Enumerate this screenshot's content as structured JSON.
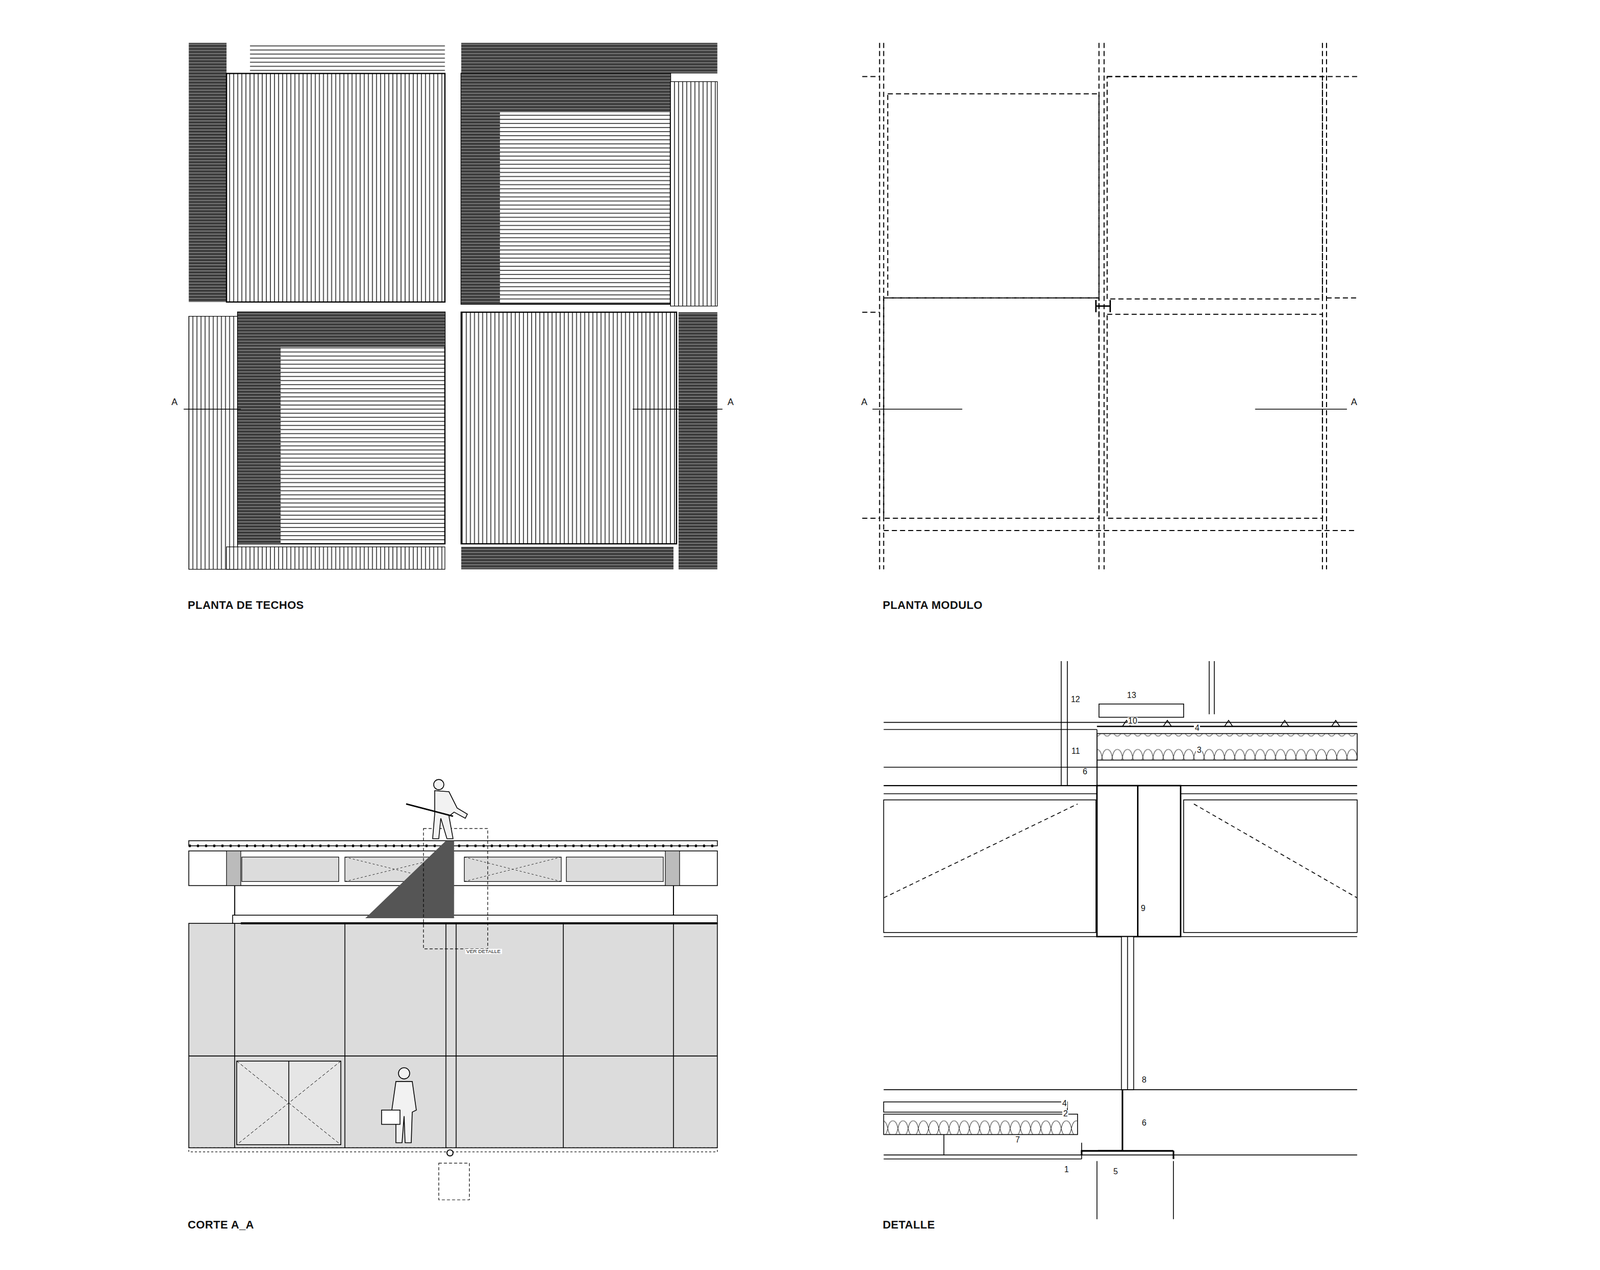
{
  "diagram": {
    "labels": [
      "PLANTA DE TECHOS",
      "PLANTA MODULO",
      "CORTE A_A",
      "DETALLE",
      "A",
      "A",
      "A",
      "A",
      "VER DETALLE",
      "12",
      "13",
      "10",
      "4",
      "3",
      "11",
      "6",
      "9",
      "8",
      "4",
      "2",
      "6",
      "7",
      "1",
      "5"
    ]
  }
}
